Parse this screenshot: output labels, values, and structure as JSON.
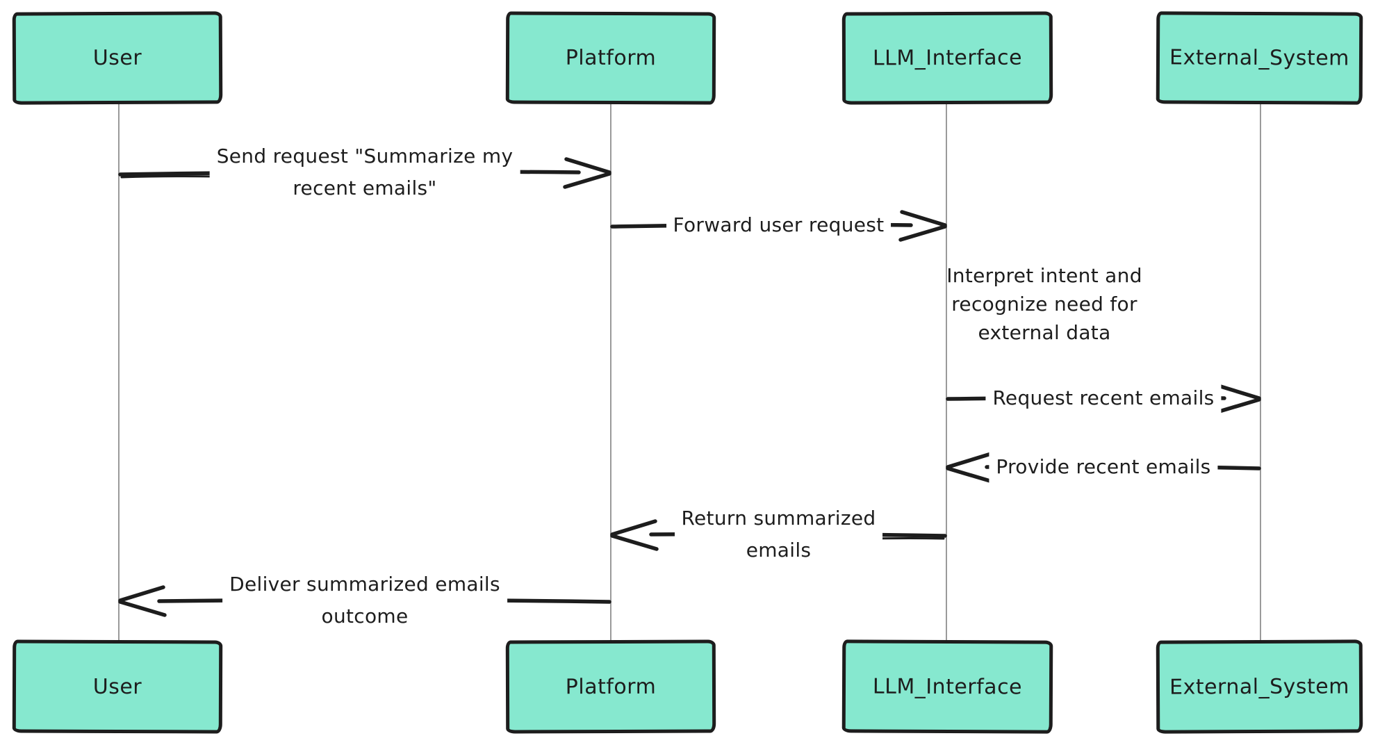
{
  "diagram": {
    "type": "sequence-diagram",
    "colors": {
      "background": "#ffffff",
      "actor_fill": "#86e8cf",
      "ink": "#1d1d1d",
      "lifeline": "#9a9a9a"
    },
    "actors": [
      {
        "id": "user",
        "label": "User"
      },
      {
        "id": "platform",
        "label": "Platform"
      },
      {
        "id": "llm_interface",
        "label": "LLM_Interface"
      },
      {
        "id": "external_system",
        "label": "External_System"
      }
    ],
    "messages": [
      {
        "from": "User",
        "to": "Platform",
        "direction": "right",
        "lines": [
          "Send request \"Summarize my",
          "recent emails\""
        ]
      },
      {
        "from": "Platform",
        "to": "LLM_Interface",
        "direction": "right",
        "lines": [
          "Forward user request"
        ]
      },
      {
        "from": "LLM_Interface",
        "to": "External_System",
        "direction": "right",
        "lines": [
          "Request recent emails"
        ]
      },
      {
        "from": "External_System",
        "to": "LLM_Interface",
        "direction": "left",
        "lines": [
          "Provide recent emails"
        ]
      },
      {
        "from": "LLM_Interface",
        "to": "Platform",
        "direction": "left",
        "lines": [
          "Return summarized",
          "emails"
        ]
      },
      {
        "from": "Platform",
        "to": "User",
        "direction": "left",
        "lines": [
          "Deliver summarized emails",
          "outcome"
        ]
      }
    ],
    "note": {
      "actor": "LLM_Interface",
      "lines": [
        "Interpret intent and",
        "recognize need for",
        "external data"
      ]
    }
  }
}
